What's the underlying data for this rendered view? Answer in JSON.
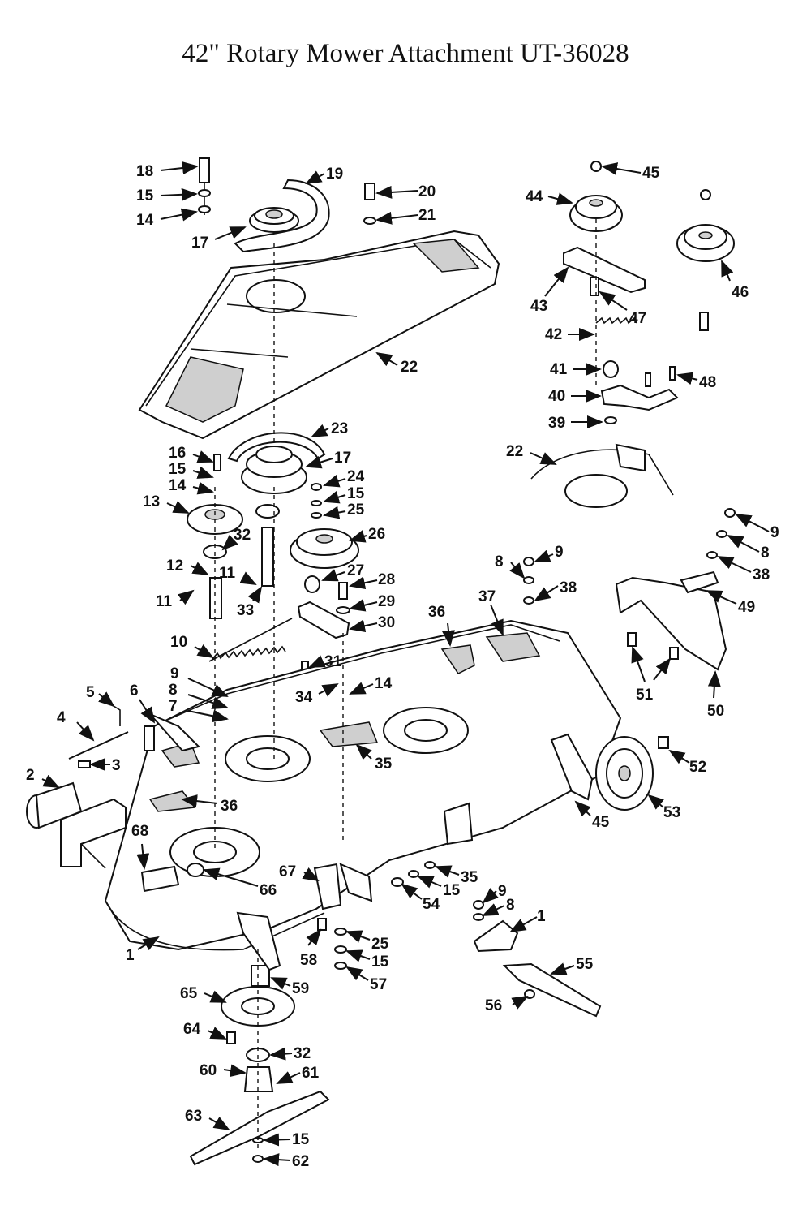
{
  "title": "42\" Rotary Mower Attachment UT-36028",
  "callouts": [
    "18",
    "15",
    "14",
    "17",
    "19",
    "20",
    "21",
    "22",
    "23",
    "16",
    "15",
    "14",
    "13",
    "32",
    "12",
    "11",
    "11",
    "33",
    "17",
    "24",
    "15",
    "25",
    "26",
    "27",
    "28",
    "29",
    "30",
    "10",
    "31",
    "34",
    "14",
    "9",
    "8",
    "7",
    "5",
    "6",
    "4",
    "3",
    "2",
    "36",
    "35",
    "68",
    "66",
    "67",
    "36",
    "37",
    "45",
    "44",
    "43",
    "47",
    "42",
    "41",
    "40",
    "39",
    "46",
    "48",
    "22",
    "9",
    "8",
    "38",
    "9",
    "8",
    "38",
    "49",
    "51",
    "50",
    "52",
    "53",
    "45",
    "35",
    "15",
    "54",
    "9",
    "8",
    "1",
    "55",
    "56",
    "25",
    "15",
    "57",
    "58",
    "59",
    "65",
    "64",
    "32",
    "60",
    "61",
    "63",
    "15",
    "62",
    "1"
  ]
}
